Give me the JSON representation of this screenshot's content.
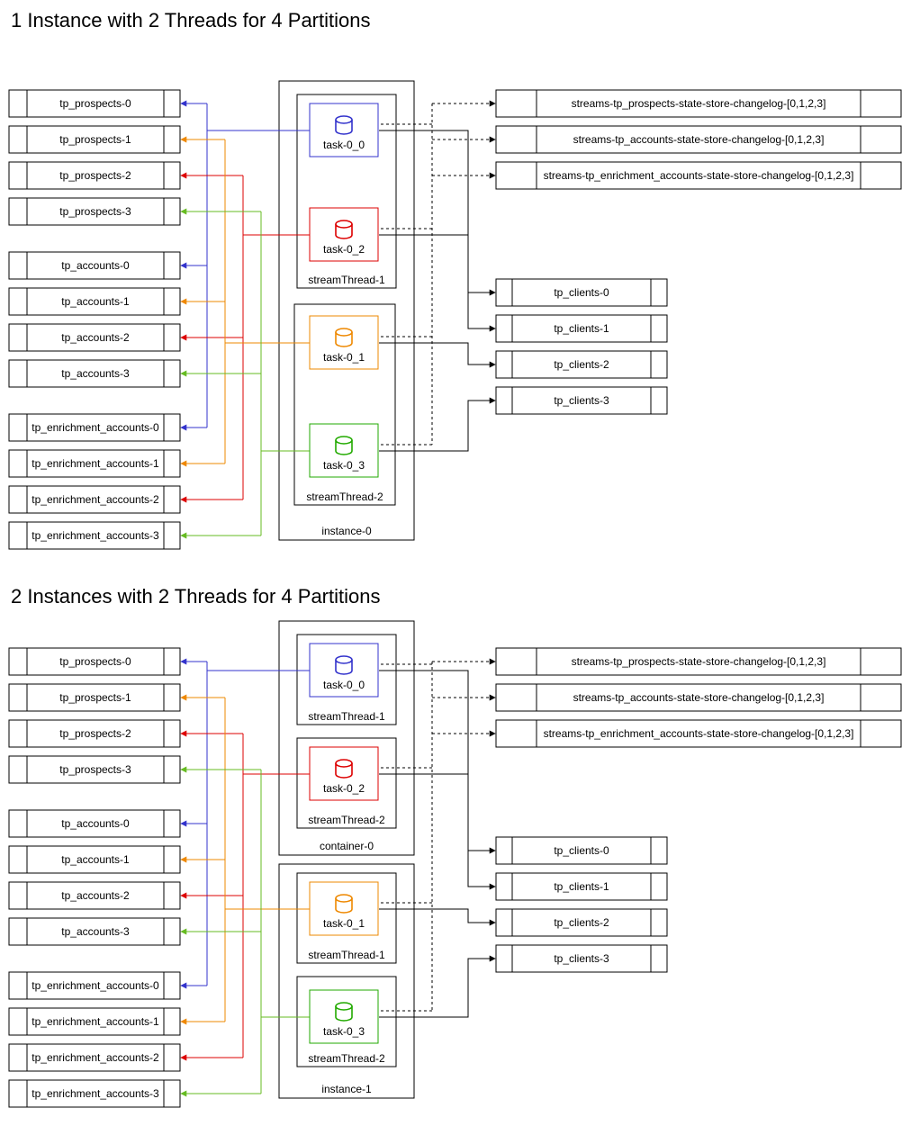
{
  "sections": [
    {
      "title": "1 Instance with 2 Threads for 4 Partitions",
      "containers": [
        "instance-0"
      ],
      "threads": [
        "streamThread-1",
        "streamThread-2"
      ]
    },
    {
      "title": "2 Instances with 2 Threads for 4 Partitions",
      "containers": [
        "container-0",
        "instance-1"
      ],
      "threads": [
        "streamThread-1",
        "streamThread-2",
        "streamThread-1",
        "streamThread-2"
      ]
    }
  ],
  "input_topics": [
    "tp_prospects-0",
    "tp_prospects-1",
    "tp_prospects-2",
    "tp_prospects-3",
    "tp_accounts-0",
    "tp_accounts-1",
    "tp_accounts-2",
    "tp_accounts-3",
    "tp_enrichment_accounts-0",
    "tp_enrichment_accounts-1",
    "tp_enrichment_accounts-2",
    "tp_enrichment_accounts-3"
  ],
  "tasks": [
    {
      "label": "task-0_0",
      "color": "#3333cc"
    },
    {
      "label": "task-0_2",
      "color": "#dd0000"
    },
    {
      "label": "task-0_1",
      "color": "#ee8800"
    },
    {
      "label": "task-0_3",
      "color": "#22aa00"
    }
  ],
  "changelog_topics": [
    "streams-tp_prospects-state-store-changelog-[0,1,2,3]",
    "streams-tp_accounts-state-store-changelog-[0,1,2,3]",
    "streams-tp_enrichment_accounts-state-store-changelog-[0,1,2,3]"
  ],
  "output_topics": [
    "tp_clients-0",
    "tp_clients-1",
    "tp_clients-2",
    "tp_clients-3"
  ],
  "colors": {
    "partition_0": "#3333cc",
    "partition_1": "#ee8800",
    "partition_2": "#dd0000",
    "partition_3": "#66bb22"
  }
}
